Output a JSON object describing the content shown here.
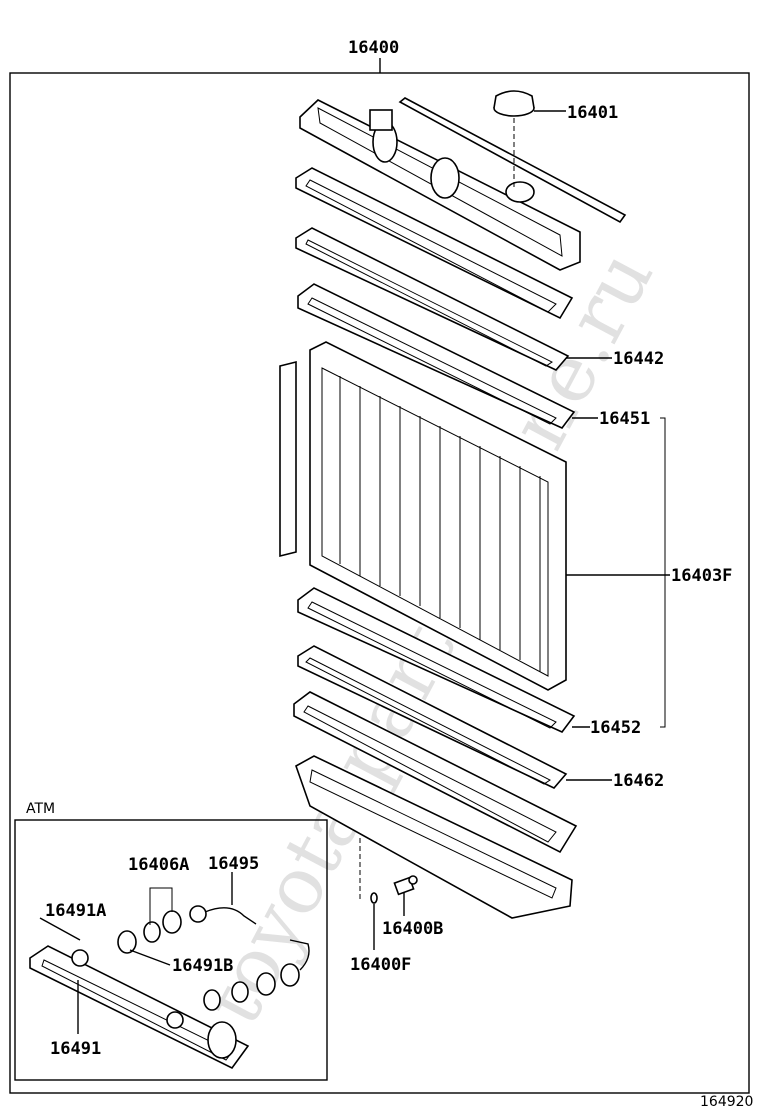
{
  "diagram": {
    "assembly_number": "16400",
    "figure_number": "164920",
    "inset_title": "ATM",
    "watermark": "toyota-parts-online.ru",
    "parts": [
      {
        "id": "p16401",
        "number": "16401"
      },
      {
        "id": "p16442",
        "number": "16442"
      },
      {
        "id": "p16451",
        "number": "16451"
      },
      {
        "id": "p16403F",
        "number": "16403F"
      },
      {
        "id": "p16452",
        "number": "16452"
      },
      {
        "id": "p16462",
        "number": "16462"
      },
      {
        "id": "p16400B",
        "number": "16400B"
      },
      {
        "id": "p16400F",
        "number": "16400F"
      },
      {
        "id": "p16406A",
        "number": "16406A"
      },
      {
        "id": "p16495",
        "number": "16495"
      },
      {
        "id": "p16491A",
        "number": "16491A"
      },
      {
        "id": "p16491B",
        "number": "16491B"
      },
      {
        "id": "p16491",
        "number": "16491"
      }
    ]
  }
}
